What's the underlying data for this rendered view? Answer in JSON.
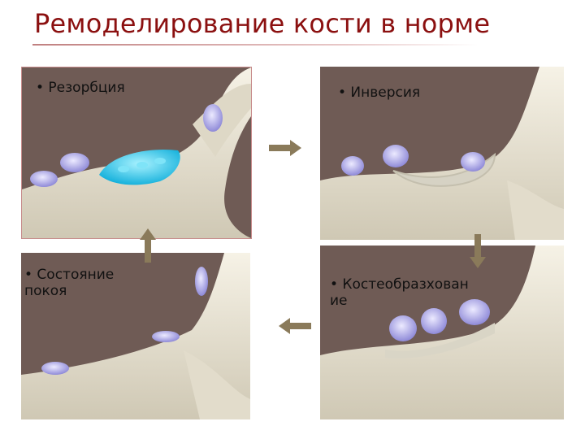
{
  "title": "Ремоделирование кости в норме",
  "panels": {
    "resorption": {
      "label": "• Резорбция"
    },
    "inversion": {
      "label": "• Инверсия"
    },
    "rest": {
      "label": "• Состояние покоя"
    },
    "formation": {
      "label": "• Костеобразхован ие"
    }
  },
  "colors": {
    "title": "#8b1010",
    "background_tissue": "#6f5b55",
    "bone": "#e8e3d4",
    "cell": "#b9b6ec",
    "osteoclast": "#29c7ea",
    "arrow": "#8a7a5a"
  },
  "arrows": [
    "arrow-right",
    "arrow-down",
    "arrow-left",
    "arrow-up"
  ]
}
